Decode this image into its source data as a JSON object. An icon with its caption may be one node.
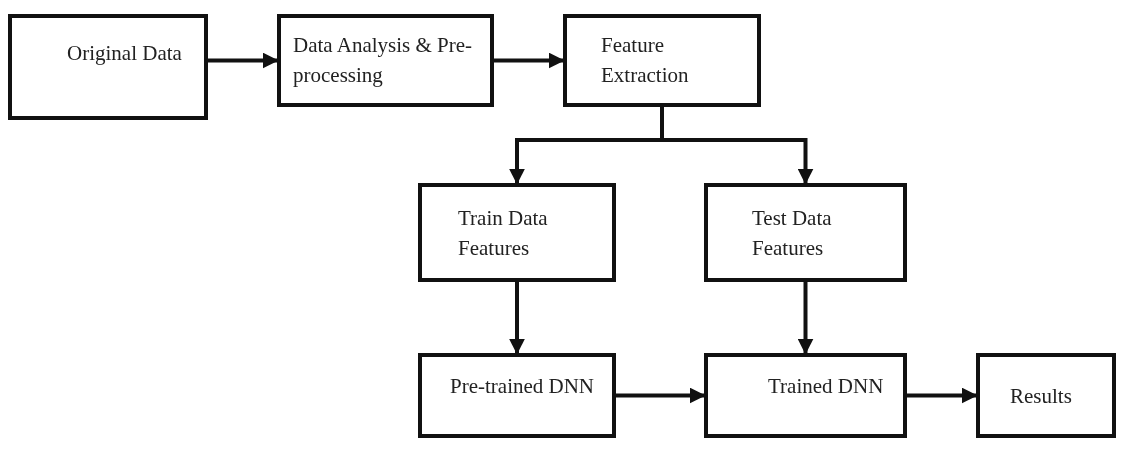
{
  "diagram": {
    "nodes": [
      {
        "text": [
          "Original Data"
        ]
      },
      {
        "text": [
          "Data Analysis & Pre-processing"
        ]
      },
      {
        "text": [
          "Feature Extraction"
        ]
      },
      {
        "text": [
          "Train Data Features"
        ]
      },
      {
        "text": [
          "Test Data Features"
        ]
      },
      {
        "text": [
          "Pre-trained DNN"
        ]
      },
      {
        "text": [
          "Trained DNN"
        ]
      },
      {
        "text": [
          "Results"
        ]
      }
    ],
    "edges": [
      {
        "from": 0,
        "to": 1,
        "arrow": "to"
      },
      {
        "from": 1,
        "to": 2,
        "arrow": "to"
      },
      {
        "from": 2,
        "to": 3,
        "arrow": "to"
      },
      {
        "from": 2,
        "to": 4,
        "arrow": "to"
      },
      {
        "from": 3,
        "to": 5,
        "arrow": "to"
      },
      {
        "from": 4,
        "to": 6,
        "arrow": "to"
      },
      {
        "from": 5,
        "to": 6,
        "arrow": "to"
      },
      {
        "from": 6,
        "to": 7,
        "arrow": "to"
      }
    ]
  }
}
